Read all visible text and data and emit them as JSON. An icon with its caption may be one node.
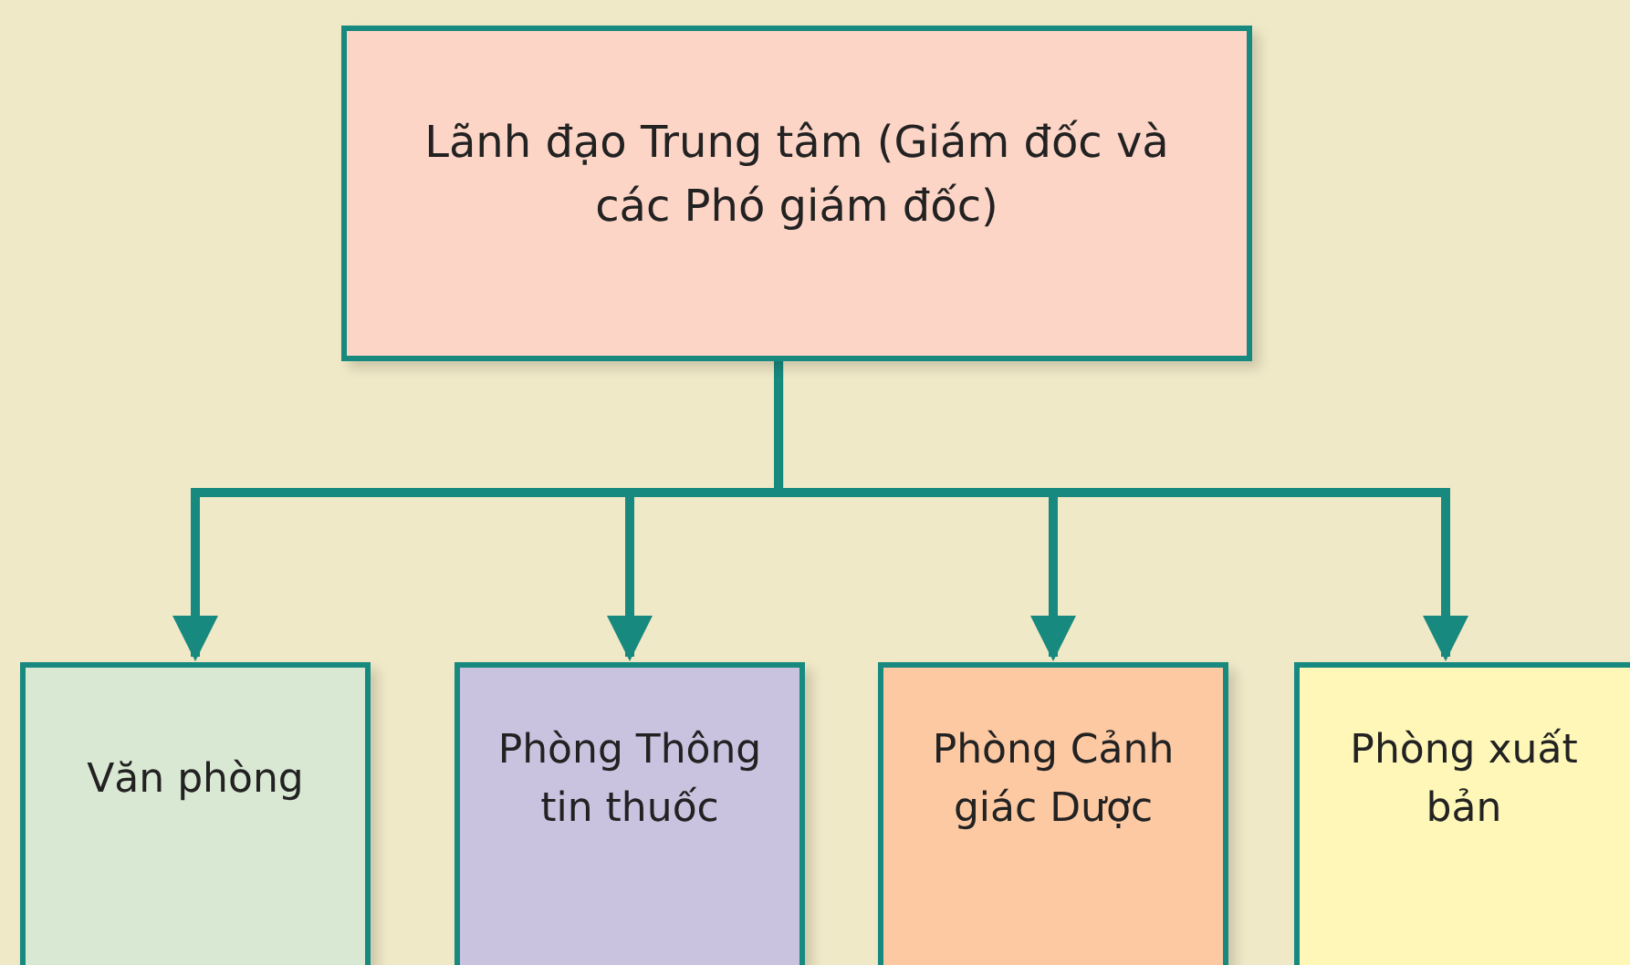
{
  "diagram": {
    "nodes": [
      {
        "text": [
          "Lãnh đạo Trung tâm (Giám đốc và các Phó giám đốc)"
        ]
      },
      {
        "text": [
          "Văn phòng"
        ]
      },
      {
        "text": [
          "Phòng Thông tin thuốc"
        ]
      },
      {
        "text": [
          "Phòng Cảnh giác Dược"
        ]
      },
      {
        "text": [
          "Phòng xuất bản"
        ]
      }
    ],
    "edges": [
      {
        "from": 0,
        "to": 1,
        "arrow": "to"
      },
      {
        "from": 0,
        "to": 2,
        "arrow": "to"
      },
      {
        "from": 0,
        "to": 3,
        "arrow": "to"
      },
      {
        "from": 0,
        "to": 4,
        "arrow": "to"
      }
    ]
  }
}
